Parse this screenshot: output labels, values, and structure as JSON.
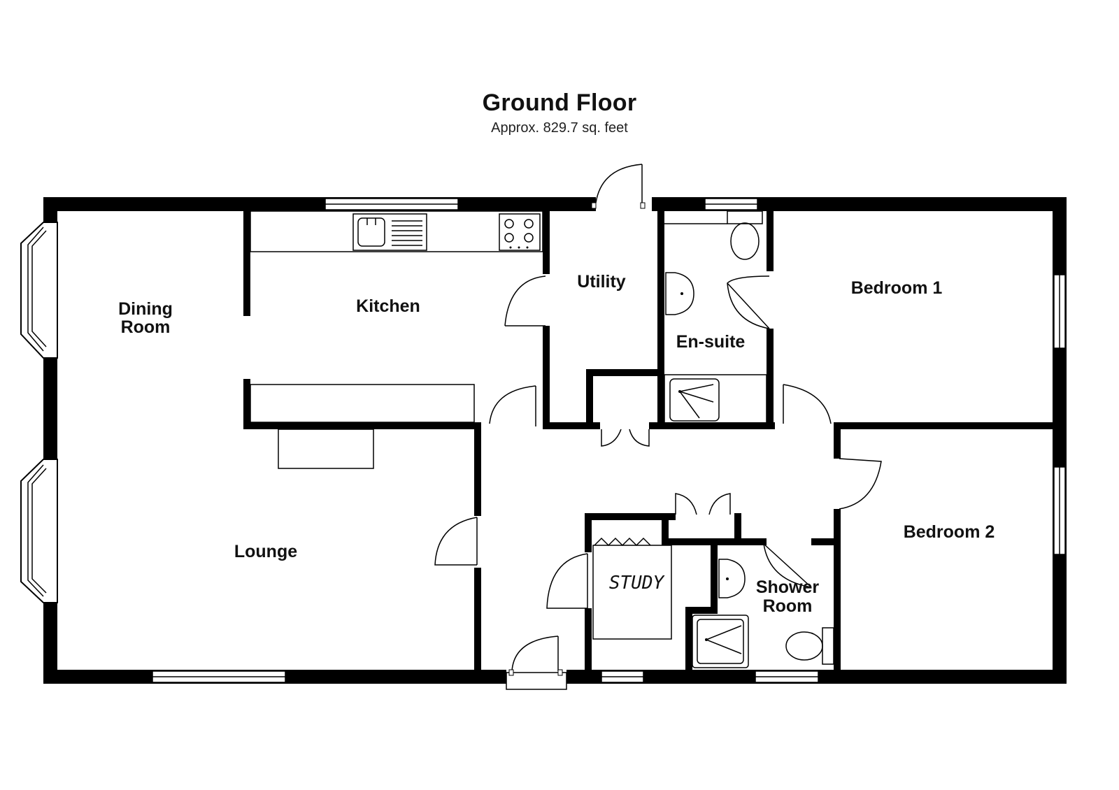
{
  "plan": {
    "title": "Ground Floor",
    "subtitle": "Approx. 829.7 sq. feet"
  },
  "rooms": {
    "dining_line1": "Dining",
    "dining_line2": "Room",
    "kitchen": "Kitchen",
    "utility": "Utility",
    "ensuite": "En-suite",
    "bedroom1": "Bedroom 1",
    "bedroom2": "Bedroom 2",
    "lounge": "Lounge",
    "study": "STUDY",
    "shower_line1": "Shower",
    "shower_line2": "Room"
  }
}
